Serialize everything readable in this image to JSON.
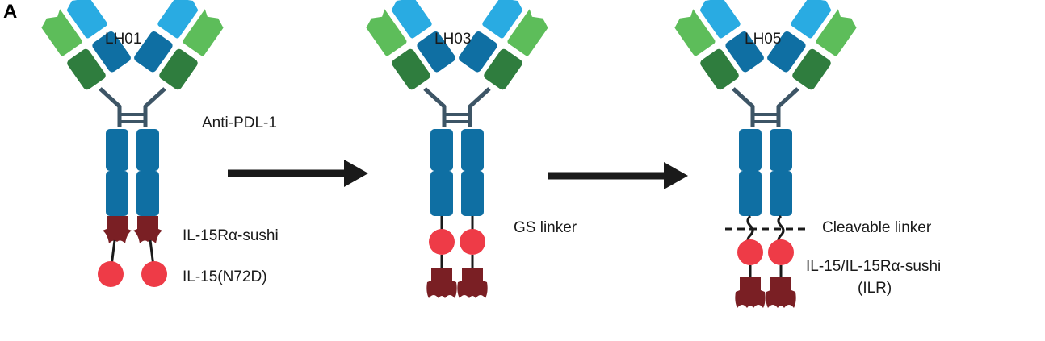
{
  "panel_letter": "A",
  "constructs": [
    {
      "name": "LH01"
    },
    {
      "name": "LH03"
    },
    {
      "name": "LH05"
    }
  ],
  "labels": {
    "antibody": "Anti-PDL-1",
    "sushi": "IL-15Rα-sushi",
    "il15": "IL-15(N72D)",
    "gs_linker": "GS linker",
    "cleavable_linker": "Cleavable linker",
    "ilr_line1": "IL-15/IL-15Rα-sushi",
    "ilr_line2": "(ILR)"
  },
  "colors": {
    "heavy_chain": "#0f6fa3",
    "vh_light_blue": "#29abe2",
    "light_chain_light": "#5dbd5a",
    "light_chain_dark": "#2f7d3e",
    "hinge": "#3d5566",
    "sushi": "#7a1f24",
    "il15": "#ee3b47",
    "arrow": "#1a1a1a"
  }
}
